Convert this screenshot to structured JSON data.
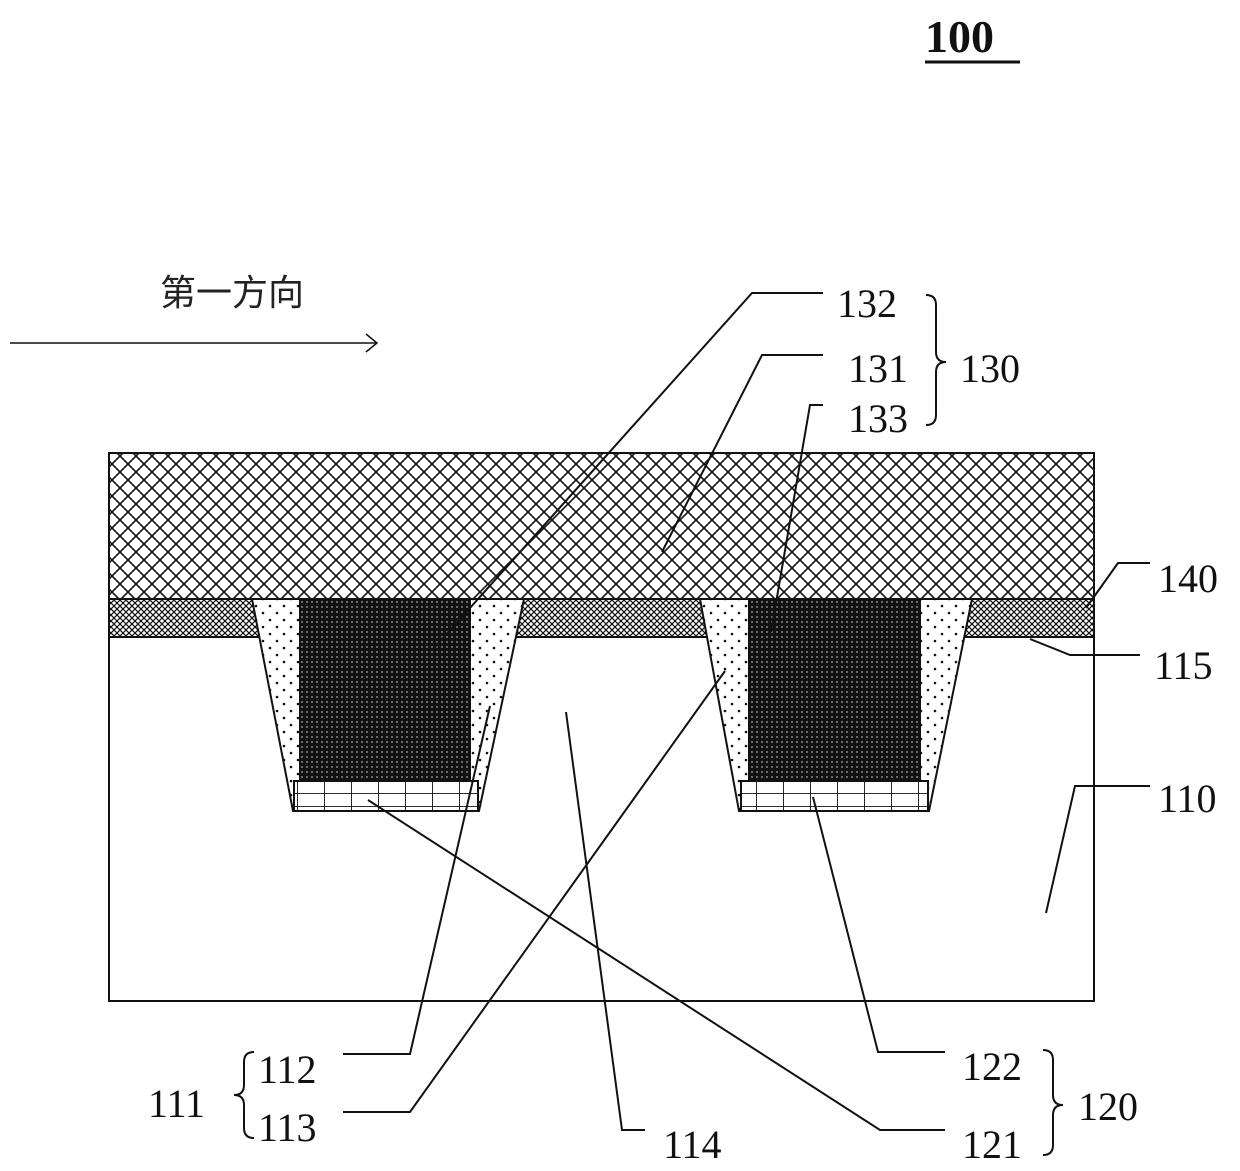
{
  "figure": {
    "title": "100",
    "direction_label": "第一方向"
  },
  "labels": {
    "l132": "132",
    "l131": "131",
    "l133": "133",
    "l130": "130",
    "l140": "140",
    "l115": "115",
    "l110": "110",
    "l112": "112",
    "l113": "113",
    "l111": "111",
    "l114": "114",
    "l122": "122",
    "l121": "121",
    "l120": "120"
  },
  "colors": {
    "line": "#111111",
    "background": "#ffffff",
    "electrode_fill": "#222222"
  }
}
